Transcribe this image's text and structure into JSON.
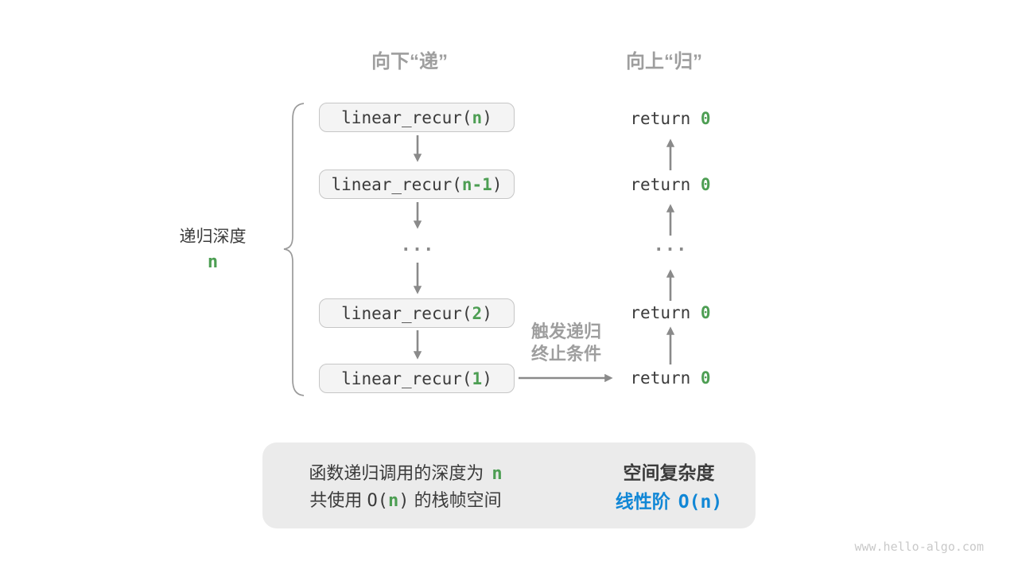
{
  "headers": {
    "descend": "向下“递”",
    "ascend": "向上“归”"
  },
  "depth": {
    "label": "递归深度",
    "value": "n"
  },
  "stack": [
    {
      "pre": "linear_recur(",
      "arg": "n",
      "post": ")"
    },
    {
      "pre": "linear_recur(",
      "arg": "n-1",
      "post": ")"
    },
    {
      "pre": "linear_recur(",
      "arg": "2",
      "post": ")"
    },
    {
      "pre": "linear_recur(",
      "arg": "1",
      "post": ")"
    }
  ],
  "stack_ellipsis": "...",
  "returns": [
    {
      "pre": "return ",
      "val": "0"
    },
    {
      "pre": "return ",
      "val": "0"
    },
    {
      "pre": "return ",
      "val": "0"
    },
    {
      "pre": "return ",
      "val": "0"
    }
  ],
  "returns_ellipsis": "...",
  "trigger": {
    "line1": "触发递归",
    "line2": "终止条件"
  },
  "summary": {
    "line1_pre": "函数递归调用的深度为",
    "line1_arg": "n",
    "line2_pre": "共使用 ",
    "line2_o_open": "O(",
    "line2_arg": "n",
    "line2_o_close": ")",
    "line2_post": " 的栈帧空间",
    "result_title": "空间复杂度",
    "result_pre": "线性阶",
    "result_big_o": "O(n)"
  },
  "watermark": "www.hello-algo.com",
  "colors": {
    "green": "#4D9E53",
    "blue": "#1187D6",
    "gray_text": "#9E9E9E",
    "dark_text": "#3B3B3B",
    "arrow": "#8A8A8A"
  }
}
